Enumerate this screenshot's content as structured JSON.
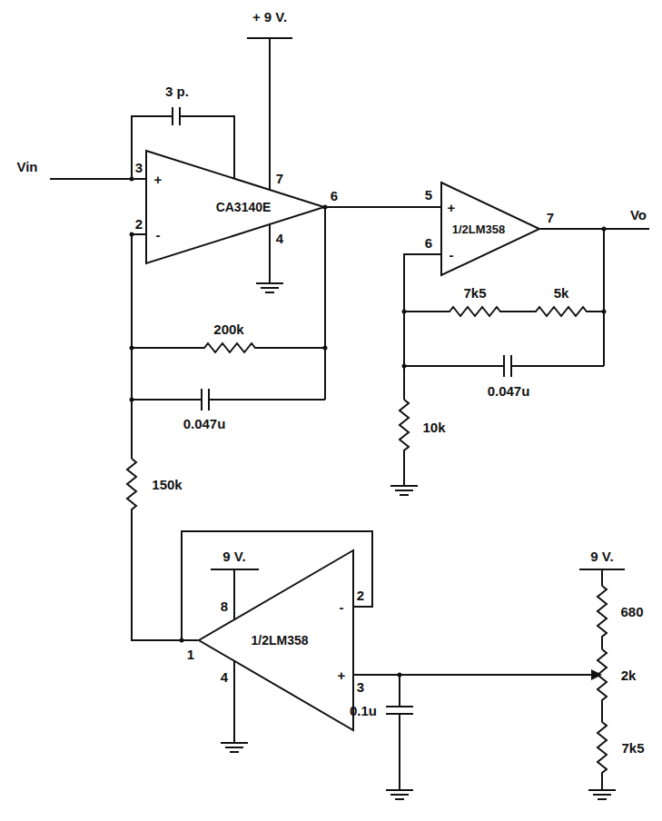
{
  "diagram": {
    "nodes": [
      {
        "text": [
          "CA3140E"
        ]
      },
      {
        "text": [
          "1/2LM358"
        ]
      },
      {
        "text": [
          "1/2LM358"
        ]
      }
    ],
    "edges": [
      {
        "from": 0,
        "to": 1,
        "arrow": "none"
      }
    ],
    "labels": [
      "+ 9 V.",
      "3 p.",
      "Vin",
      "3",
      "2",
      "7",
      "4",
      "6",
      "+",
      "-",
      "200k",
      "0.047u",
      "150k",
      "5",
      "+",
      "6",
      "-",
      "7",
      "Vo",
      "7k5",
      "5k",
      "0.047u",
      "10k",
      "9 V.",
      "8",
      "1",
      "4",
      "2",
      "-",
      "3",
      "+",
      "9 V.",
      "680",
      "2k",
      "7k5",
      "0.1u"
    ]
  }
}
